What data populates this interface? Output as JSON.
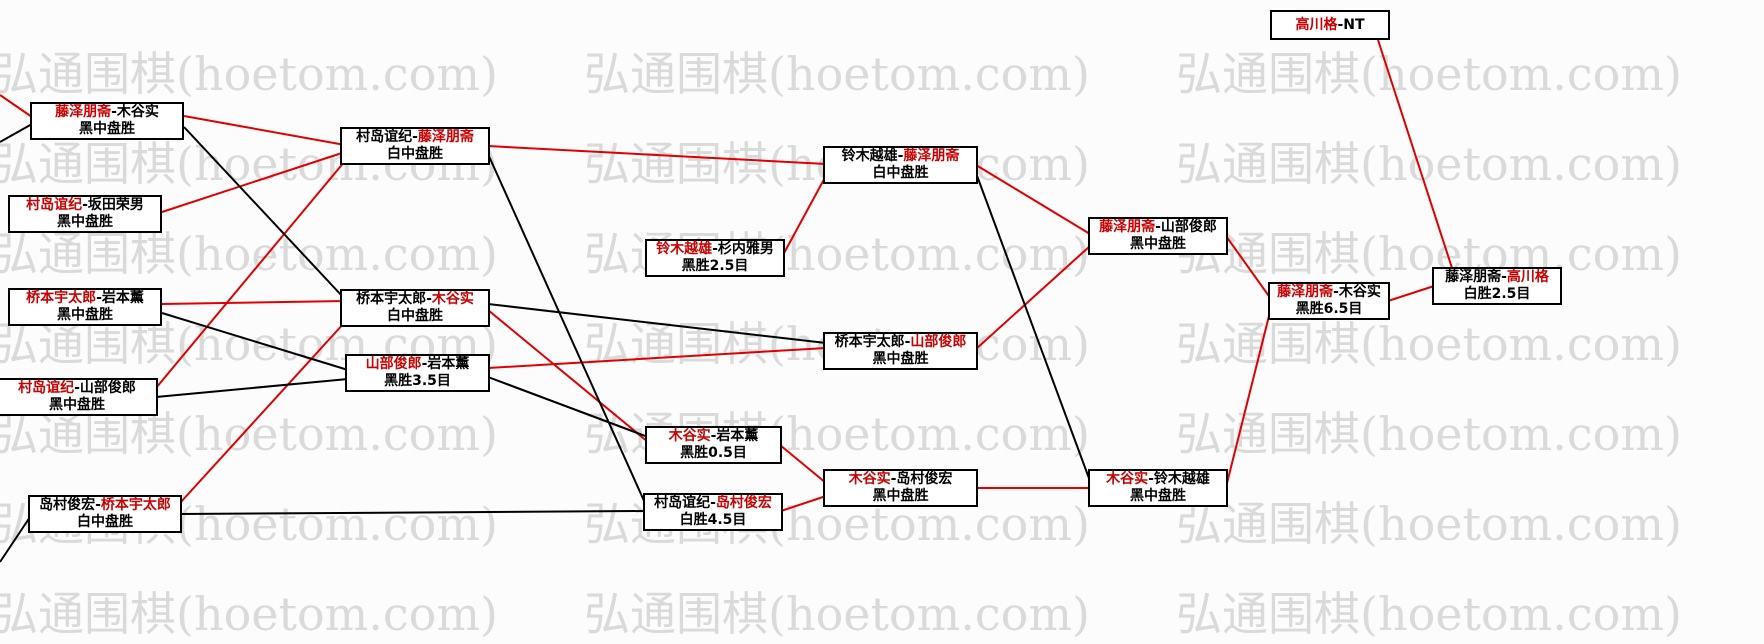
{
  "watermark": {
    "text": "弘通围棋(hoetom.com)"
  },
  "colors": {
    "winner_text": "#cc0000",
    "winner_line": "#e00000",
    "loser_line": "#000000",
    "watermark_text": "#dadada"
  },
  "boxes": [
    {
      "pre": "",
      "winner": "藤泽朋斋",
      "post": "-木谷实",
      "result": "黑中盘胜"
    },
    {
      "pre": "",
      "winner": "村岛谊纪",
      "post": "-坂田荣男",
      "result": "黑中盘胜"
    },
    {
      "pre": "",
      "winner": "桥本宇太郎",
      "post": "-岩本薰",
      "result": "黑中盘胜"
    },
    {
      "pre": "",
      "winner": "村岛谊纪",
      "post": "-山部俊郎",
      "result": "黑中盘胜"
    },
    {
      "pre": "岛村俊宏-",
      "winner": "桥本宇太郎",
      "post": "",
      "result": "白中盘胜"
    },
    {
      "pre": "村岛谊纪-",
      "winner": "藤泽朋斋",
      "post": "",
      "result": "白中盘胜"
    },
    {
      "pre": "桥本宇太郎-",
      "winner": "木谷实",
      "post": "",
      "result": "白中盘胜"
    },
    {
      "pre": "",
      "winner": "山部俊郎",
      "post": "-岩本薰",
      "result": "黑胜3.5目"
    },
    {
      "pre": "",
      "winner": "铃木越雄",
      "post": "-杉内雅男",
      "result": "黑胜2.5目"
    },
    {
      "pre": "",
      "winner": "木谷实",
      "post": "-岩本薰",
      "result": "黑胜0.5目"
    },
    {
      "pre": "村岛谊纪-",
      "winner": "岛村俊宏",
      "post": "",
      "result": "白胜4.5目"
    },
    {
      "pre": "铃木越雄-",
      "winner": "藤泽朋斋",
      "post": "",
      "result": "白中盘胜"
    },
    {
      "pre": "桥本宇太郎-",
      "winner": "山部俊郎",
      "post": "",
      "result": "黑中盘胜"
    },
    {
      "pre": "",
      "winner": "木谷实",
      "post": "-岛村俊宏",
      "result": "黑中盘胜"
    },
    {
      "pre": "",
      "winner": "藤泽朋斋",
      "post": "-山部俊郎",
      "result": "黑中盘胜"
    },
    {
      "pre": "",
      "winner": "木谷实",
      "post": "-铃木越雄",
      "result": "黑中盘胜"
    },
    {
      "pre": "",
      "winner": "藤泽朋斋",
      "post": "-木谷实",
      "result": "黑胜6.5目"
    },
    {
      "pre": "",
      "winner": "高川格",
      "post": "-NT",
      "result": ""
    },
    {
      "pre": "藤泽朋斋-",
      "winner": "高川格",
      "post": "",
      "result": "白胜2.5目"
    }
  ]
}
